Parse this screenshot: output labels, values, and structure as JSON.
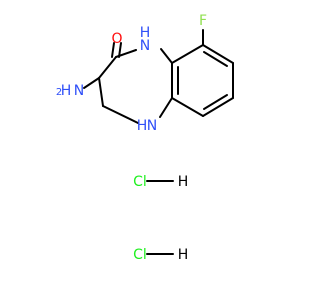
{
  "molecule": {
    "atoms": {
      "O": "O",
      "N1": "N",
      "N1_H": "H",
      "N5": "N",
      "N5_H": "H",
      "F": "F",
      "amine_N": "N",
      "amine_H2": "H",
      "amine_sub": "2"
    },
    "salts": [
      {
        "cl": "Cl",
        "h": "H"
      },
      {
        "cl": "Cl",
        "h": "H"
      }
    ]
  },
  "colors": {
    "bond": "#000000",
    "O": "#ff0d0d",
    "N": "#3050f8",
    "F": "#90e050",
    "Cl": "#1ff01f",
    "H": "#000000"
  }
}
